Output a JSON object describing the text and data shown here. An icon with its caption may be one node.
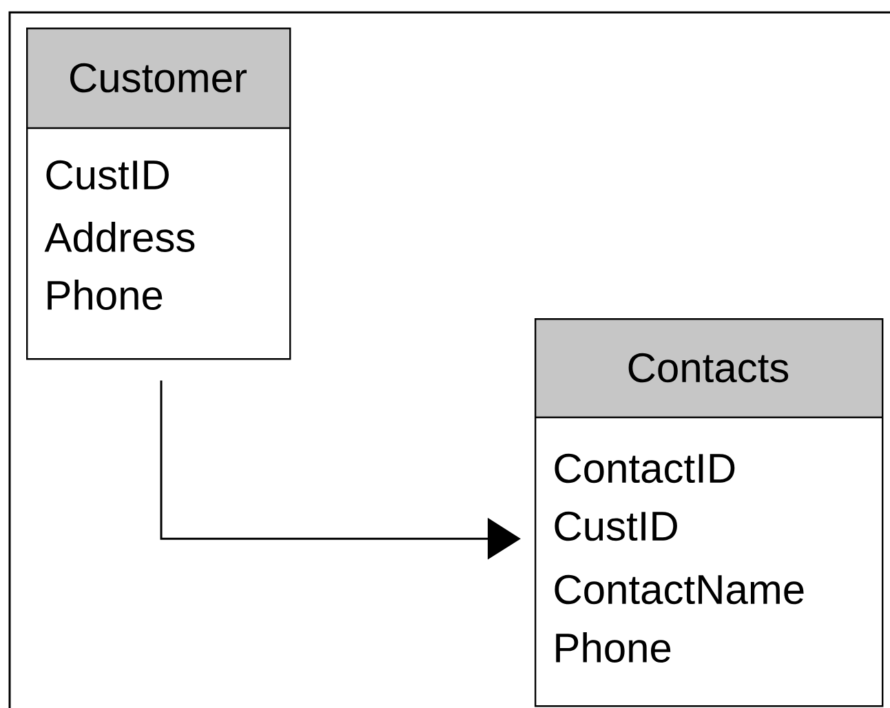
{
  "diagram": {
    "nodes": [
      {
        "text": [
          "Customer",
          "CustID",
          "Address",
          "Phone"
        ]
      },
      {
        "text": [
          "Contacts",
          "ContactID",
          "CustID",
          "ContactName",
          "Phone"
        ]
      }
    ],
    "edges": [
      {
        "from": 0,
        "to": 1,
        "arrow": "to"
      }
    ]
  }
}
